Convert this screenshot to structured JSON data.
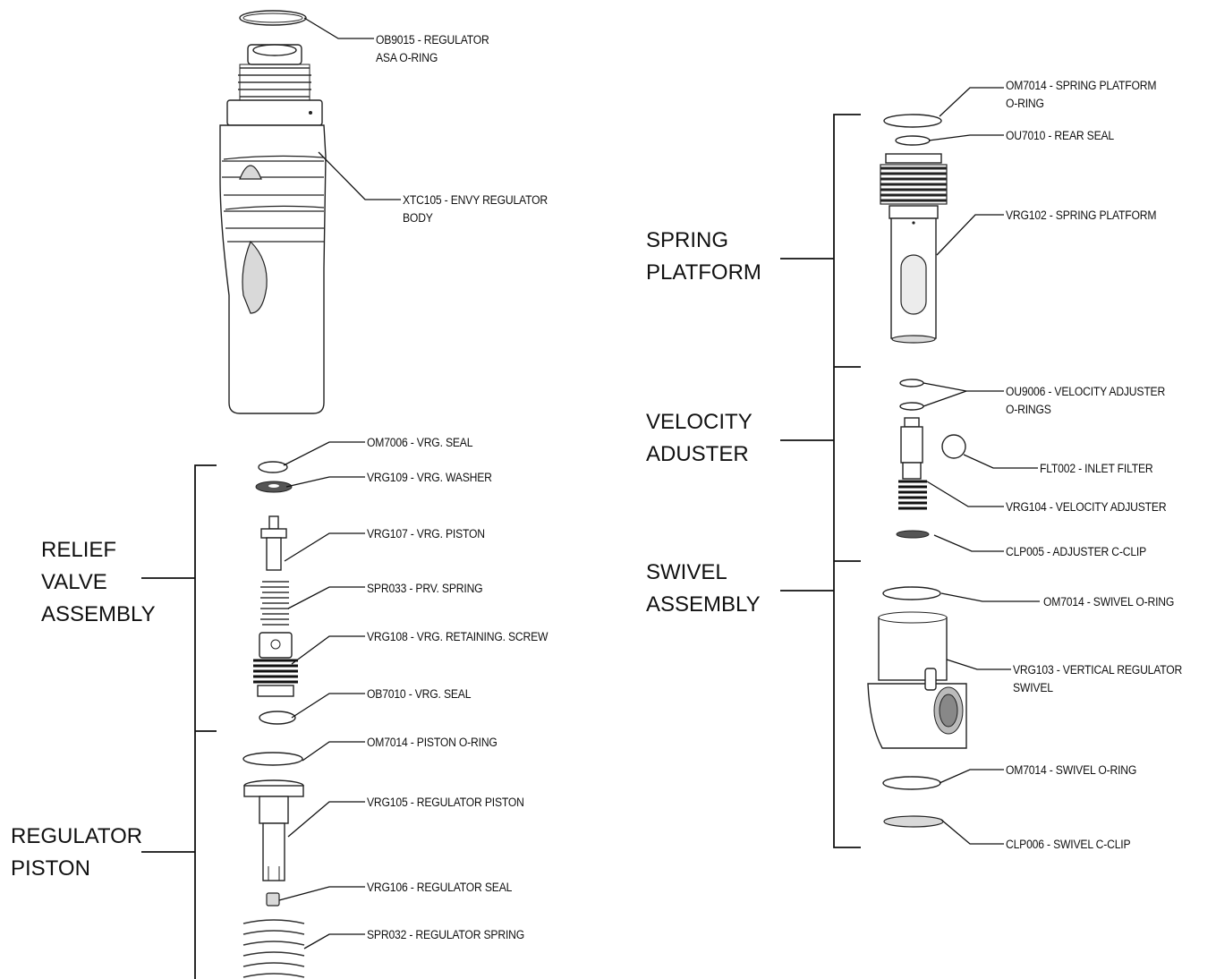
{
  "parts": {
    "ob9015": "OB9015 - REGULATOR",
    "ob9015_2": "ASA O-RING",
    "xtc105": "XTC105 - ENVY REGULATOR",
    "xtc105_2": "BODY",
    "om7006": "OM7006 - VRG. SEAL",
    "vrg109": "VRG109 - VRG. WASHER",
    "vrg107": "VRG107 - VRG. PISTON",
    "spr033": "SPR033 - PRV. SPRING",
    "vrg108": "VRG108 - VRG. RETAINING. SCREW",
    "ob7010": "OB7010 - VRG. SEAL",
    "om7014_piston": "OM7014 - PISTON O-RING",
    "vrg105": "VRG105 - REGULATOR PISTON",
    "vrg106": "VRG106 - REGULATOR SEAL",
    "spr032": "SPR032 - REGULATOR SPRING",
    "om7014_platform": "OM7014 - SPRING PLATFORM",
    "om7014_platform_2": "O-RING",
    "ou7010": "OU7010 -  REAR SEAL",
    "vrg102": "VRG102 - SPRING PLATFORM",
    "ou9006": "OU9006 - VELOCITY ADJUSTER",
    "ou9006_2": "O-RINGS",
    "flt002": "FLT002 - INLET FILTER",
    "vrg104": "VRG104 - VELOCITY ADJUSTER",
    "clp005": "CLP005 - ADJUSTER C-CLIP",
    "om7014_swivel_top": "OM7014 - SWIVEL O-RING",
    "vrg103": "VRG103 - VERTICAL REGULATOR",
    "vrg103_2": "SWIVEL",
    "om7014_swivel_bottom": "OM7014 - SWIVEL O-RING",
    "clp006": "CLP006 - SWIVEL C-CLIP"
  },
  "groups": {
    "relief_1": "RELIEF",
    "relief_2": "VALVE",
    "relief_3": "ASSEMBLY",
    "piston_1": "REGULATOR",
    "piston_2": "PISTON",
    "platform_1": "SPRING",
    "platform_2": "PLATFORM",
    "velocity_1": "VELOCITY",
    "velocity_2": "ADUSTER",
    "swivel_1": "SWIVEL",
    "swivel_2": "ASSEMBLY"
  }
}
